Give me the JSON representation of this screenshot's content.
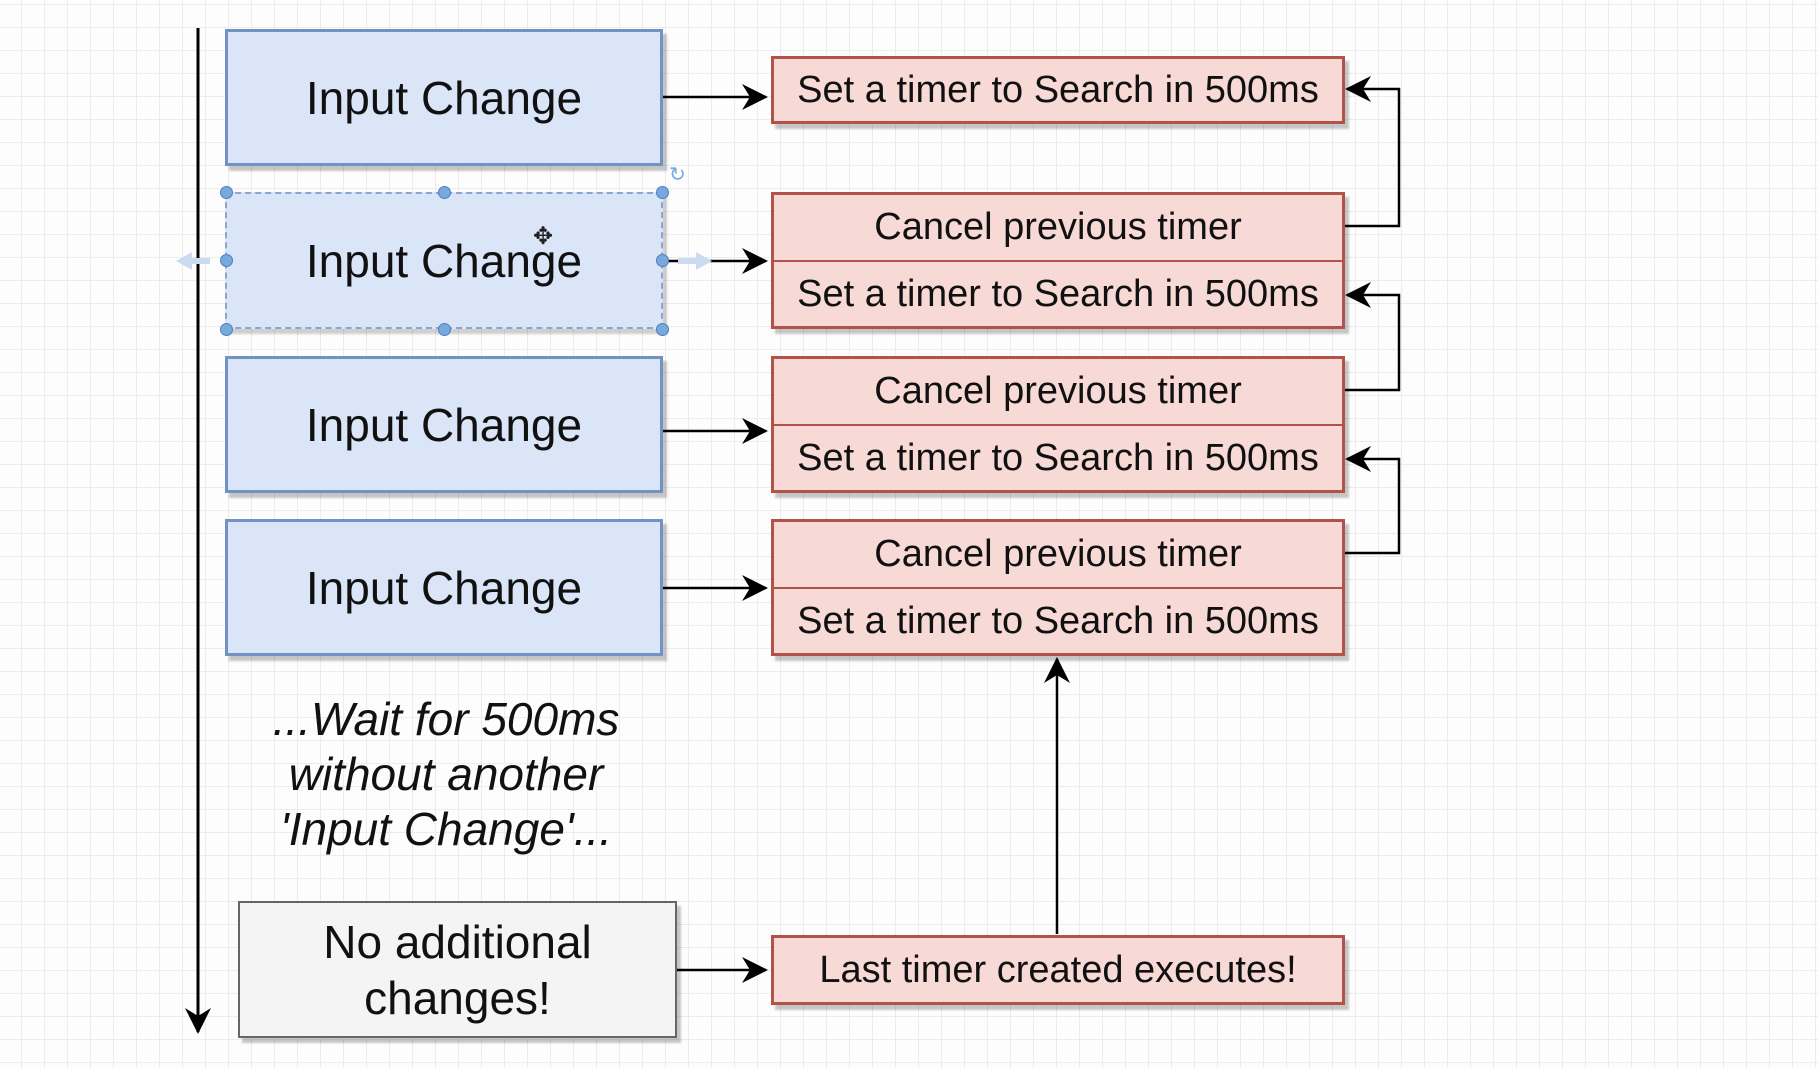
{
  "events": [
    {
      "label": "Input Change"
    },
    {
      "label": "Input Change"
    },
    {
      "label": "Input Change"
    },
    {
      "label": "Input Change"
    }
  ],
  "actions": [
    {
      "set": "Set a timer to Search in 500ms"
    },
    {
      "cancel": "Cancel previous timer",
      "set": "Set a timer to Search in 500ms"
    },
    {
      "cancel": "Cancel previous timer",
      "set": "Set a timer to Search in 500ms"
    },
    {
      "cancel": "Cancel previous timer",
      "set": "Set a timer to Search in 500ms"
    }
  ],
  "wait_note": {
    "line1": "...Wait for 500ms",
    "line2": "without another",
    "line3": "'Input Change'..."
  },
  "final": {
    "line1": "No additional",
    "line2": "changes!",
    "result": "Last timer created executes!"
  },
  "colors": {
    "event_fill": "#dae6f8",
    "event_border": "#7292c3",
    "action_fill": "#f7d9d6",
    "action_border": "#b1524b",
    "final_fill": "#f4f4f4",
    "selection_handle": "#79a8dd"
  }
}
